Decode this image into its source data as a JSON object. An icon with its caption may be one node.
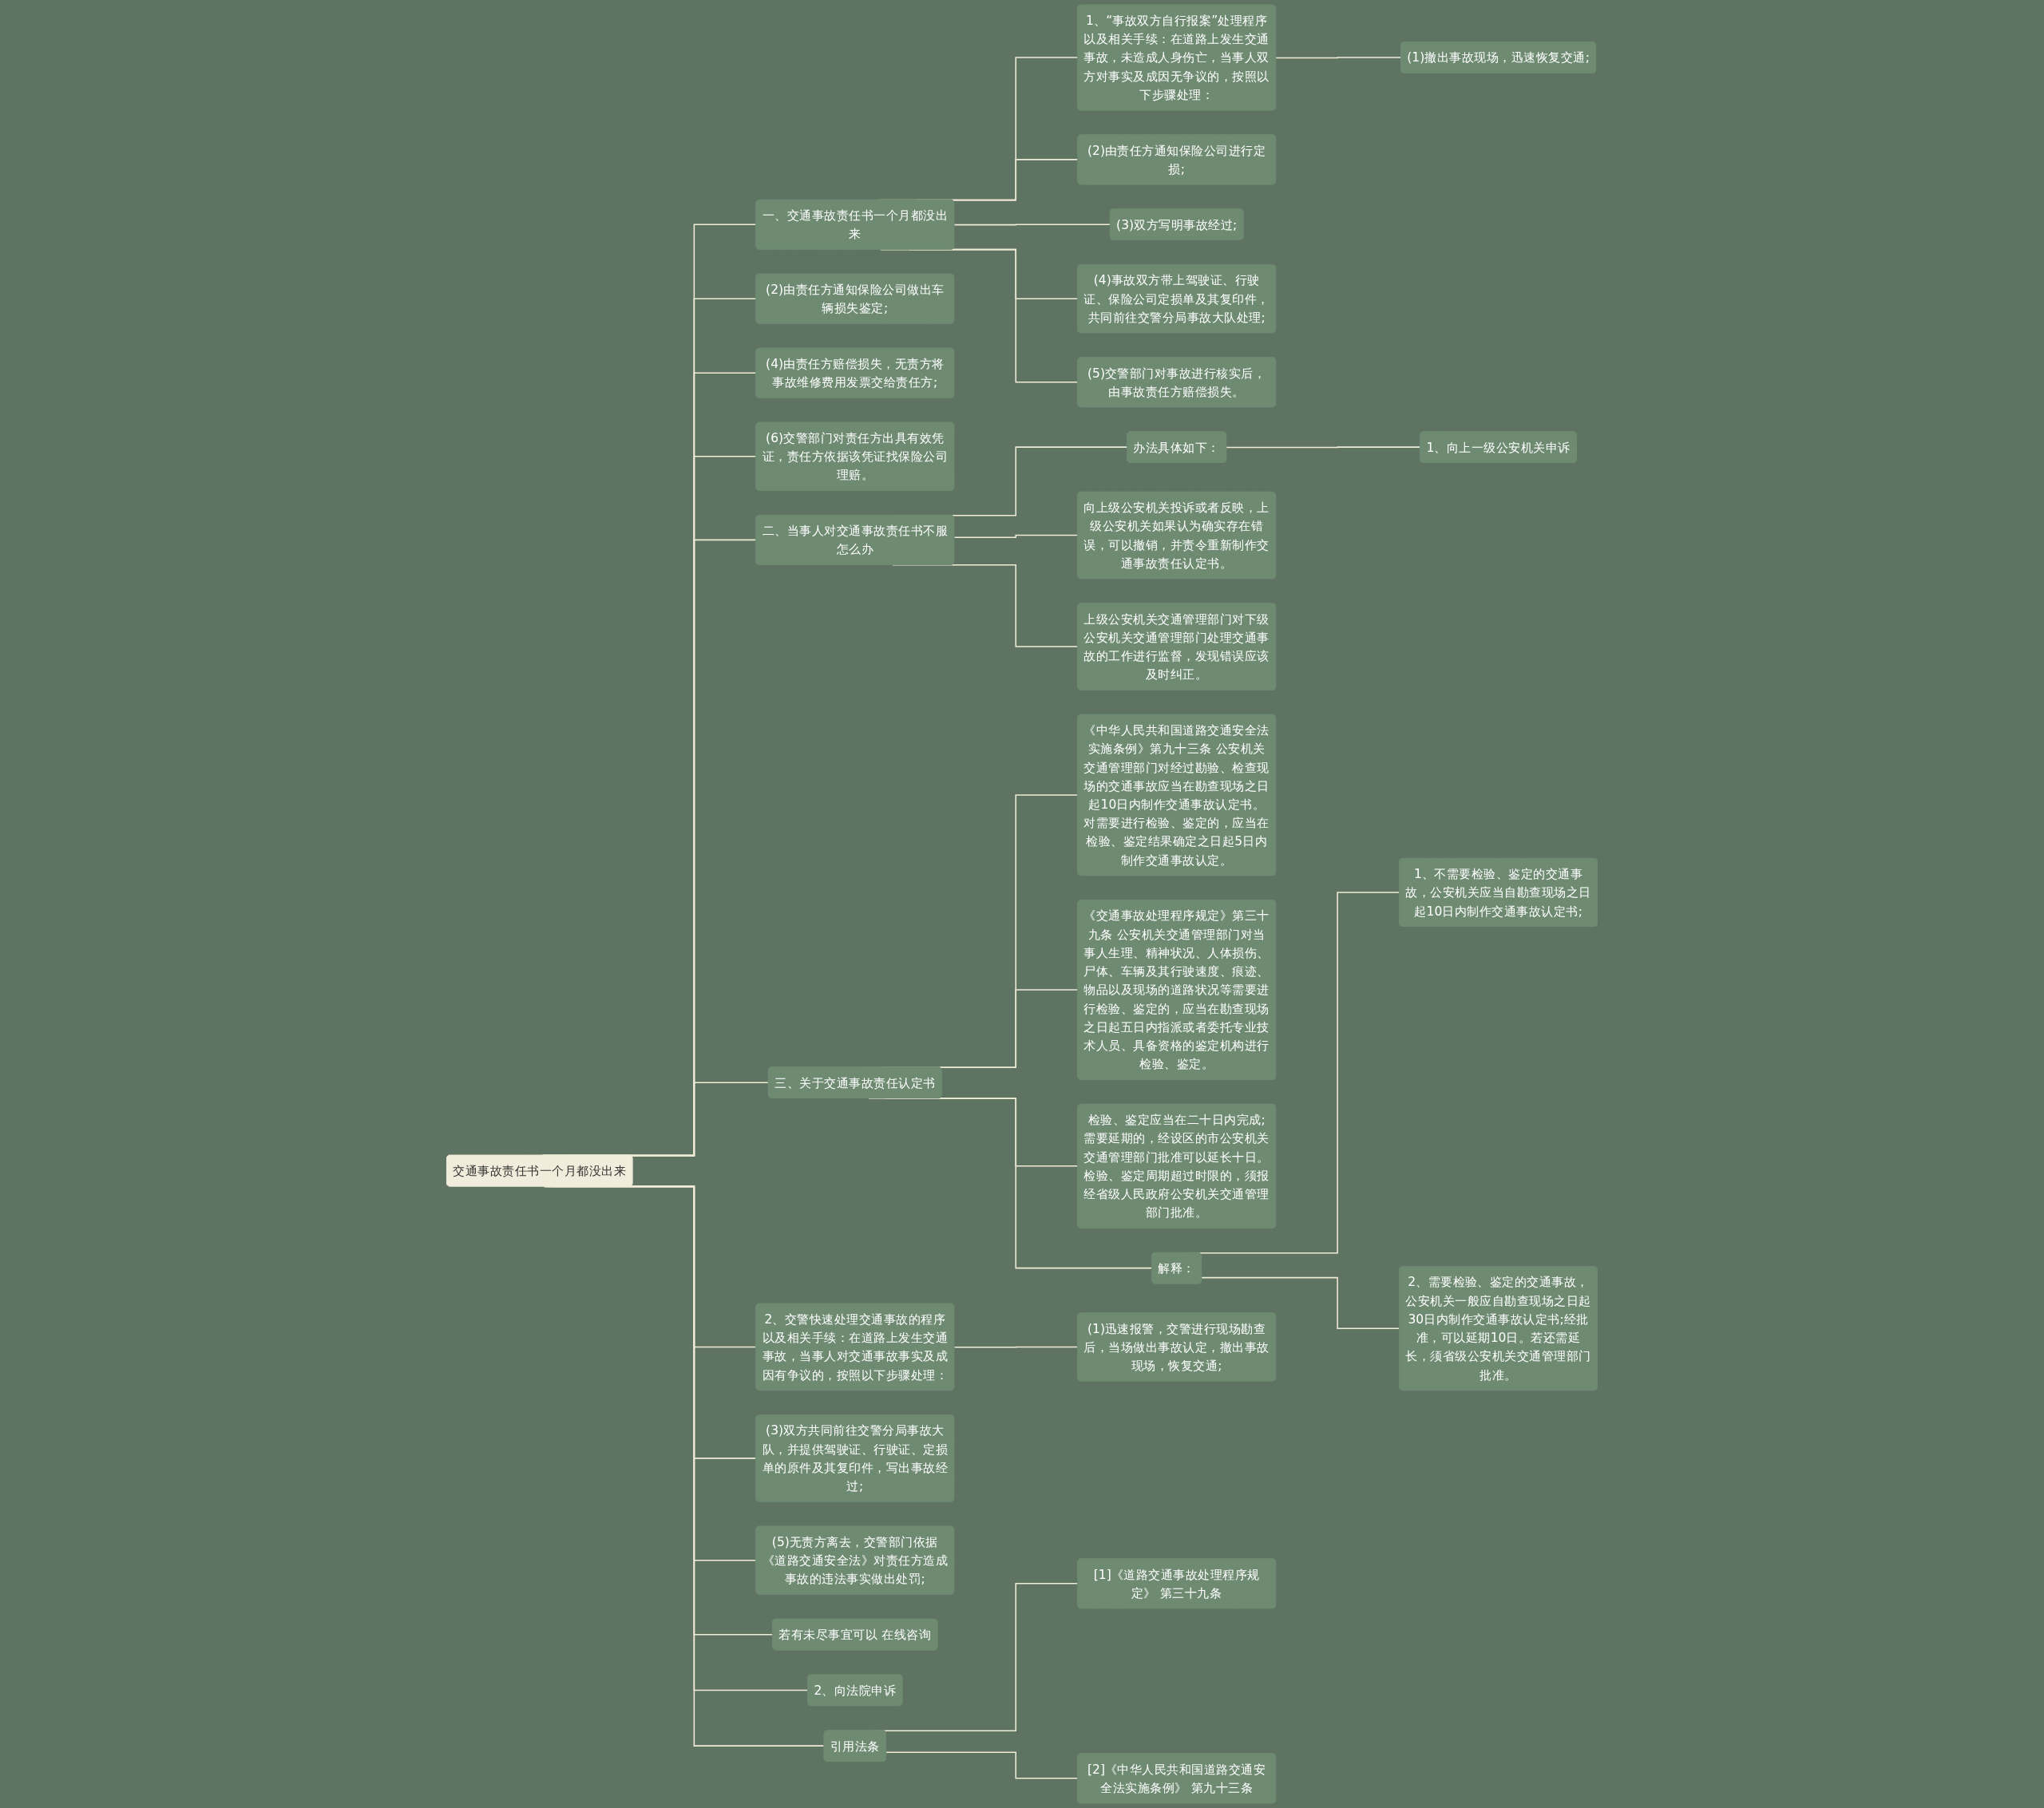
{
  "diagram": {
    "nodes": [
      {
        "text": [
          "交通事故责任书一个月都没出来"
        ]
      },
      {
        "text": [
          "一、交通事故责任书一个月都没出来"
        ]
      },
      {
        "text": [
          "1、“事故双方自行报案”处理程序以及相关手续：在道路上发生交通事故，未造成人身伤亡，当事人双方对事实及成因无争议的，按照以下步骤处理："
        ]
      },
      {
        "text": [
          "(1)撤出事故现场，迅速恢复交通;"
        ]
      },
      {
        "text": [
          "(2)由责任方通知保险公司进行定损;"
        ]
      },
      {
        "text": [
          "(3)双方写明事故经过;"
        ]
      },
      {
        "text": [
          "(4)事故双方带上驾驶证、行驶证、保险公司定损单及其复印件，共同前往交警分局事故大队处理;"
        ]
      },
      {
        "text": [
          "(5)交警部门对事故进行核实后，由事故责任方赔偿损失。"
        ]
      },
      {
        "text": [
          "(2)由责任方通知保险公司做出车辆损失鉴定;"
        ]
      },
      {
        "text": [
          "(4)由责任方赔偿损失，无责方将事故维修费用发票交给责任方;"
        ]
      },
      {
        "text": [
          "(6)交警部门对责任方出具有效凭证，责任方依据该凭证找保险公司理赔。"
        ]
      },
      {
        "text": [
          "二、当事人对交通事故责任书不服怎么办"
        ]
      },
      {
        "text": [
          "办法具体如下："
        ]
      },
      {
        "text": [
          "1、向上一级公安机关申诉"
        ]
      },
      {
        "text": [
          "向上级公安机关投诉或者反映，上级公安机关如果认为确实存在错误，可以撤销，并责令重新制作交通事故责任认定书。"
        ]
      },
      {
        "text": [
          "上级公安机关交通管理部门对下级公安机关交通管理部门处理交通事故的工作进行监督，发现错误应该及时纠正。"
        ]
      },
      {
        "text": [
          "三、关于交通事故责任认定书"
        ]
      },
      {
        "text": [
          "《中华人民共和国道路交通安全法实施条例》第九十三条 公安机关交通管理部门对经过勘验、检查现场的交通事故应当在勘查现场之日起10日内制作交通事故认定书。对需要进行检验、鉴定的，应当在检验、鉴定结果确定之日起5日内制作交通事故认定。"
        ]
      },
      {
        "text": [
          "《交通事故处理程序规定》第三十九条 公安机关交通管理部门对当事人生理、精神状况、人体损伤、尸体、车辆及其行驶速度、痕迹、物品以及现场的道路状况等需要进行检验、鉴定的，应当在勘查现场之日起五日内指派或者委托专业技术人员、具备资格的鉴定机构进行检验、鉴定。"
        ]
      },
      {
        "text": [
          "检验、鉴定应当在二十日内完成;需要延期的，经设区的市公安机关交通管理部门批准可以延长十日。检验、鉴定周期超过时限的，须报经省级人民政府公安机关交通管理部门批准。"
        ]
      },
      {
        "text": [
          "解释："
        ]
      },
      {
        "text": [
          "1、不需要检验、鉴定的交通事故，公安机关应当自勘查现场之日起10日内制作交通事故认定书;"
        ]
      },
      {
        "text": [
          "2、需要检验、鉴定的交通事故，公安机关一般应自勘查现场之日起30日内制作交通事故认定书;经批准，可以延期10日。若还需延长，须省级公安机关交通管理部门批准。"
        ]
      },
      {
        "text": [
          "2、交警快速处理交通事故的程序以及相关手续：在道路上发生交通事故，当事人对交通事故事实及成因有争议的，按照以下步骤处理："
        ]
      },
      {
        "text": [
          "(1)迅速报警，交警进行现场勘查后，当场做出事故认定，撤出事故现场，恢复交通;"
        ]
      },
      {
        "text": [
          "(3)双方共同前往交警分局事故大队，并提供驾驶证、行驶证、定损单的原件及其复印件，写出事故经过;"
        ]
      },
      {
        "text": [
          "(5)无责方离去，交警部门依据《道路交通安全法》对责任方造成事故的违法事实做出处罚;"
        ]
      },
      {
        "text": [
          "若有未尽事宜可以 在线咨询"
        ]
      },
      {
        "text": [
          "2、向法院申诉"
        ]
      },
      {
        "text": [
          "引用法条"
        ]
      },
      {
        "text": [
          "[1]《道路交通事故处理程序规定》 第三十九条"
        ]
      },
      {
        "text": [
          "[2]《中华人民共和国道路交通安全法实施条例》 第九十三条"
        ]
      }
    ],
    "edges": [
      {
        "from": 0,
        "to": 1,
        "arrow": "none"
      },
      {
        "from": 1,
        "to": 2,
        "arrow": "none"
      },
      {
        "from": 2,
        "to": 3,
        "arrow": "none"
      },
      {
        "from": 1,
        "to": 4,
        "arrow": "none"
      },
      {
        "from": 1,
        "to": 5,
        "arrow": "none"
      },
      {
        "from": 1,
        "to": 6,
        "arrow": "none"
      },
      {
        "from": 1,
        "to": 7,
        "arrow": "none"
      },
      {
        "from": 0,
        "to": 8,
        "arrow": "none"
      },
      {
        "from": 0,
        "to": 9,
        "arrow": "none"
      },
      {
        "from": 0,
        "to": 10,
        "arrow": "none"
      },
      {
        "from": 0,
        "to": 11,
        "arrow": "none"
      },
      {
        "from": 11,
        "to": 12,
        "arrow": "none"
      },
      {
        "from": 12,
        "to": 13,
        "arrow": "none"
      },
      {
        "from": 11,
        "to": 14,
        "arrow": "none"
      },
      {
        "from": 11,
        "to": 15,
        "arrow": "none"
      },
      {
        "from": 0,
        "to": 16,
        "arrow": "none"
      },
      {
        "from": 16,
        "to": 17,
        "arrow": "none"
      },
      {
        "from": 16,
        "to": 18,
        "arrow": "none"
      },
      {
        "from": 16,
        "to": 19,
        "arrow": "none"
      },
      {
        "from": 16,
        "to": 20,
        "arrow": "none"
      },
      {
        "from": 20,
        "to": 21,
        "arrow": "none"
      },
      {
        "from": 20,
        "to": 22,
        "arrow": "none"
      },
      {
        "from": 0,
        "to": 23,
        "arrow": "none"
      },
      {
        "from": 23,
        "to": 24,
        "arrow": "none"
      },
      {
        "from": 0,
        "to": 25,
        "arrow": "none"
      },
      {
        "from": 0,
        "to": 26,
        "arrow": "none"
      },
      {
        "from": 0,
        "to": 27,
        "arrow": "none"
      },
      {
        "from": 0,
        "to": 28,
        "arrow": "none"
      },
      {
        "from": 0,
        "to": 29,
        "arrow": "none"
      },
      {
        "from": 29,
        "to": 30,
        "arrow": "none"
      },
      {
        "from": 29,
        "to": 31,
        "arrow": "none"
      }
    ]
  }
}
